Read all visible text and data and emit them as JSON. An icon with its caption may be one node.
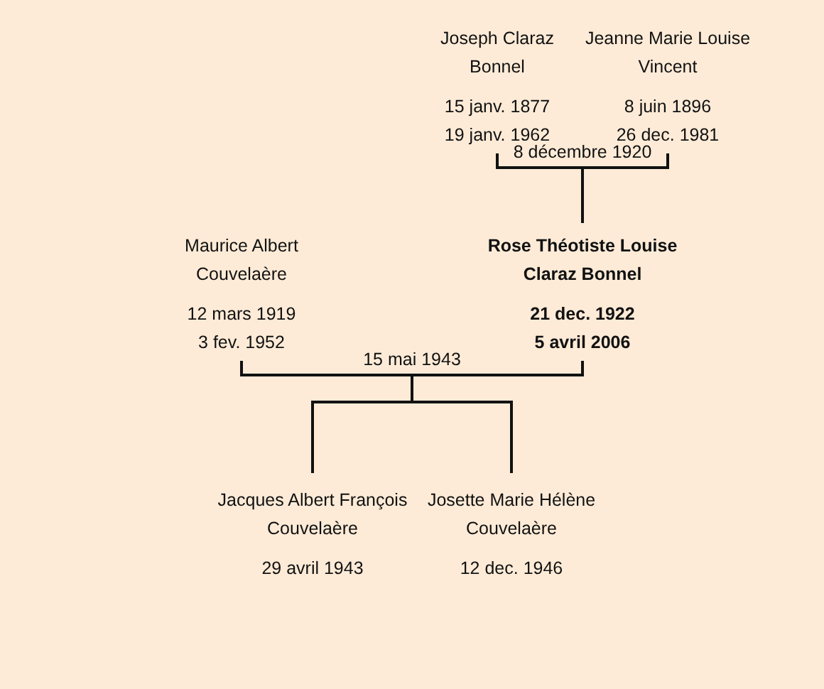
{
  "diagram": {
    "nodes": [
      {
        "text": [
          "Joseph Claraz Bonnel",
          "15 janv. 1877",
          "19 janv. 1962"
        ]
      },
      {
        "text": [
          "Jeanne Marie Louise Vincent",
          "8 juin 1896",
          "26 dec. 1981"
        ]
      },
      {
        "text": [
          "Maurice Albert Couvelaère",
          "12 mars 1919",
          "3 fev. 1952"
        ]
      },
      {
        "text": [
          "Rose Théotiste Louise Claraz Bonnel",
          "21 dec. 1922",
          "5 avril 2006"
        ]
      },
      {
        "text": [
          "Jacques Albert François Couvelaère",
          "29 avril 1943"
        ]
      },
      {
        "text": [
          "Josette Marie Hélène Couvelaère",
          "12 dec. 1946"
        ]
      }
    ],
    "edges": [
      {
        "from": 0,
        "to": 3,
        "arrow": "none",
        "label": "8 décembre 1920"
      },
      {
        "from": 1,
        "to": 3,
        "arrow": "none"
      },
      {
        "from": 2,
        "to": 4,
        "arrow": "none",
        "label": "15 mai 1943"
      },
      {
        "from": 2,
        "to": 5,
        "arrow": "none"
      },
      {
        "from": 3,
        "to": 4,
        "arrow": "none"
      },
      {
        "from": 3,
        "to": 5,
        "arrow": "none"
      }
    ]
  }
}
